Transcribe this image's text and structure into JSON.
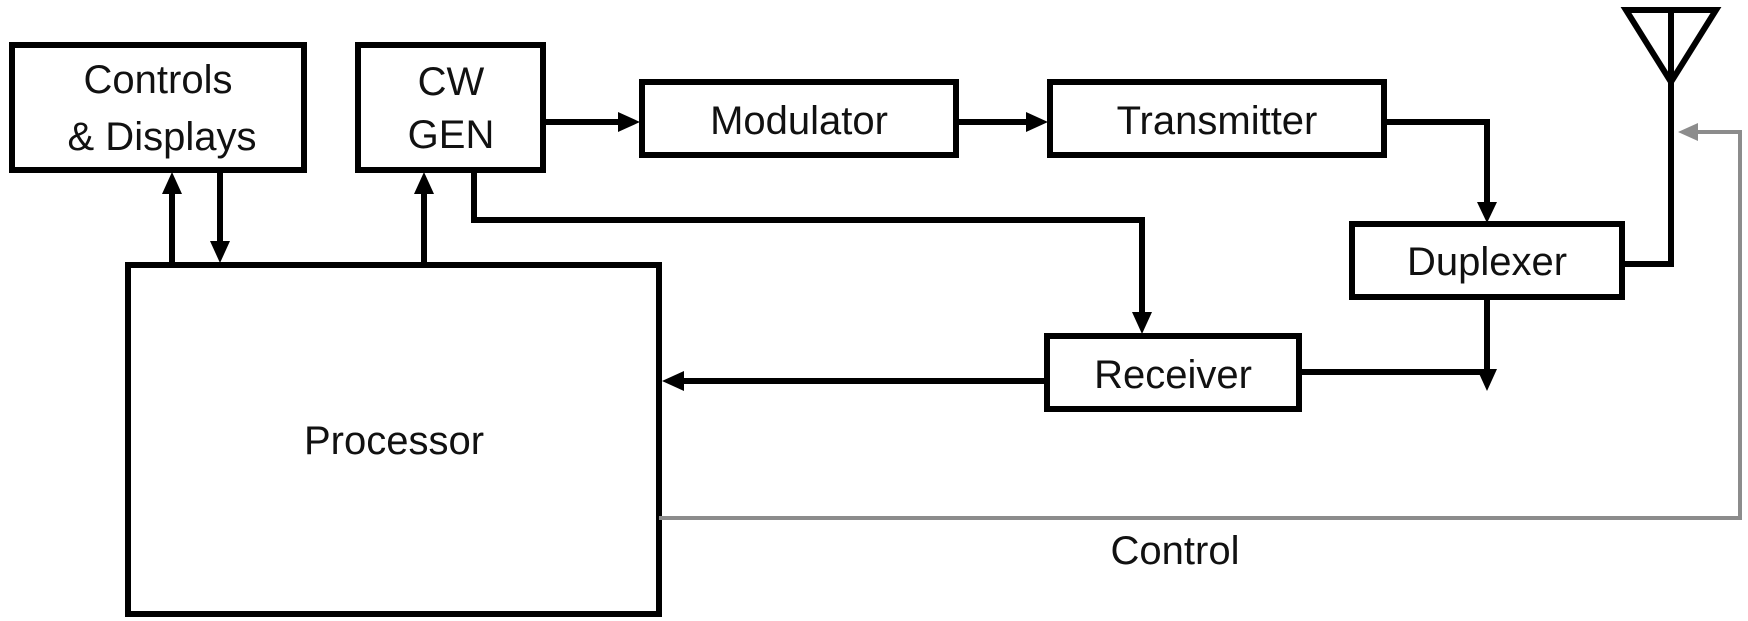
{
  "blocks": {
    "controls_displays": {
      "line1": "Controls",
      "line2": "& Displays"
    },
    "cw_gen": {
      "line1": "CW",
      "line2": "GEN"
    },
    "modulator": {
      "label": "Modulator"
    },
    "transmitter": {
      "label": "Transmitter"
    },
    "duplexer": {
      "label": "Duplexer"
    },
    "receiver": {
      "label": "Receiver"
    },
    "processor": {
      "label": "Processor"
    }
  },
  "control_line": {
    "label": "Control"
  },
  "colors": {
    "line": "#000000",
    "control_line": "#8c8c8c",
    "background": "#ffffff"
  },
  "icons": {
    "antenna": "antenna-icon"
  }
}
